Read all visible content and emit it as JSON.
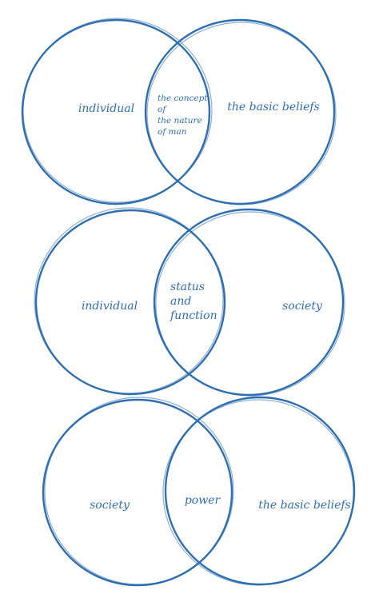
{
  "theme": {
    "stroke_color": "#2f6fb0",
    "text_color": "#2f6fb0",
    "background": "#ffffff"
  },
  "diagrams": [
    {
      "left_label": "individual",
      "right_label": "the basic beliefs",
      "overlap_lines": [
        "the concept",
        "of",
        "the nature",
        "of man"
      ]
    },
    {
      "left_label": "individual",
      "right_label": "society",
      "overlap_lines": [
        "status",
        "and",
        "function"
      ]
    },
    {
      "left_label": "society",
      "right_label": "the basic beliefs",
      "overlap_lines": [
        "power"
      ]
    }
  ]
}
